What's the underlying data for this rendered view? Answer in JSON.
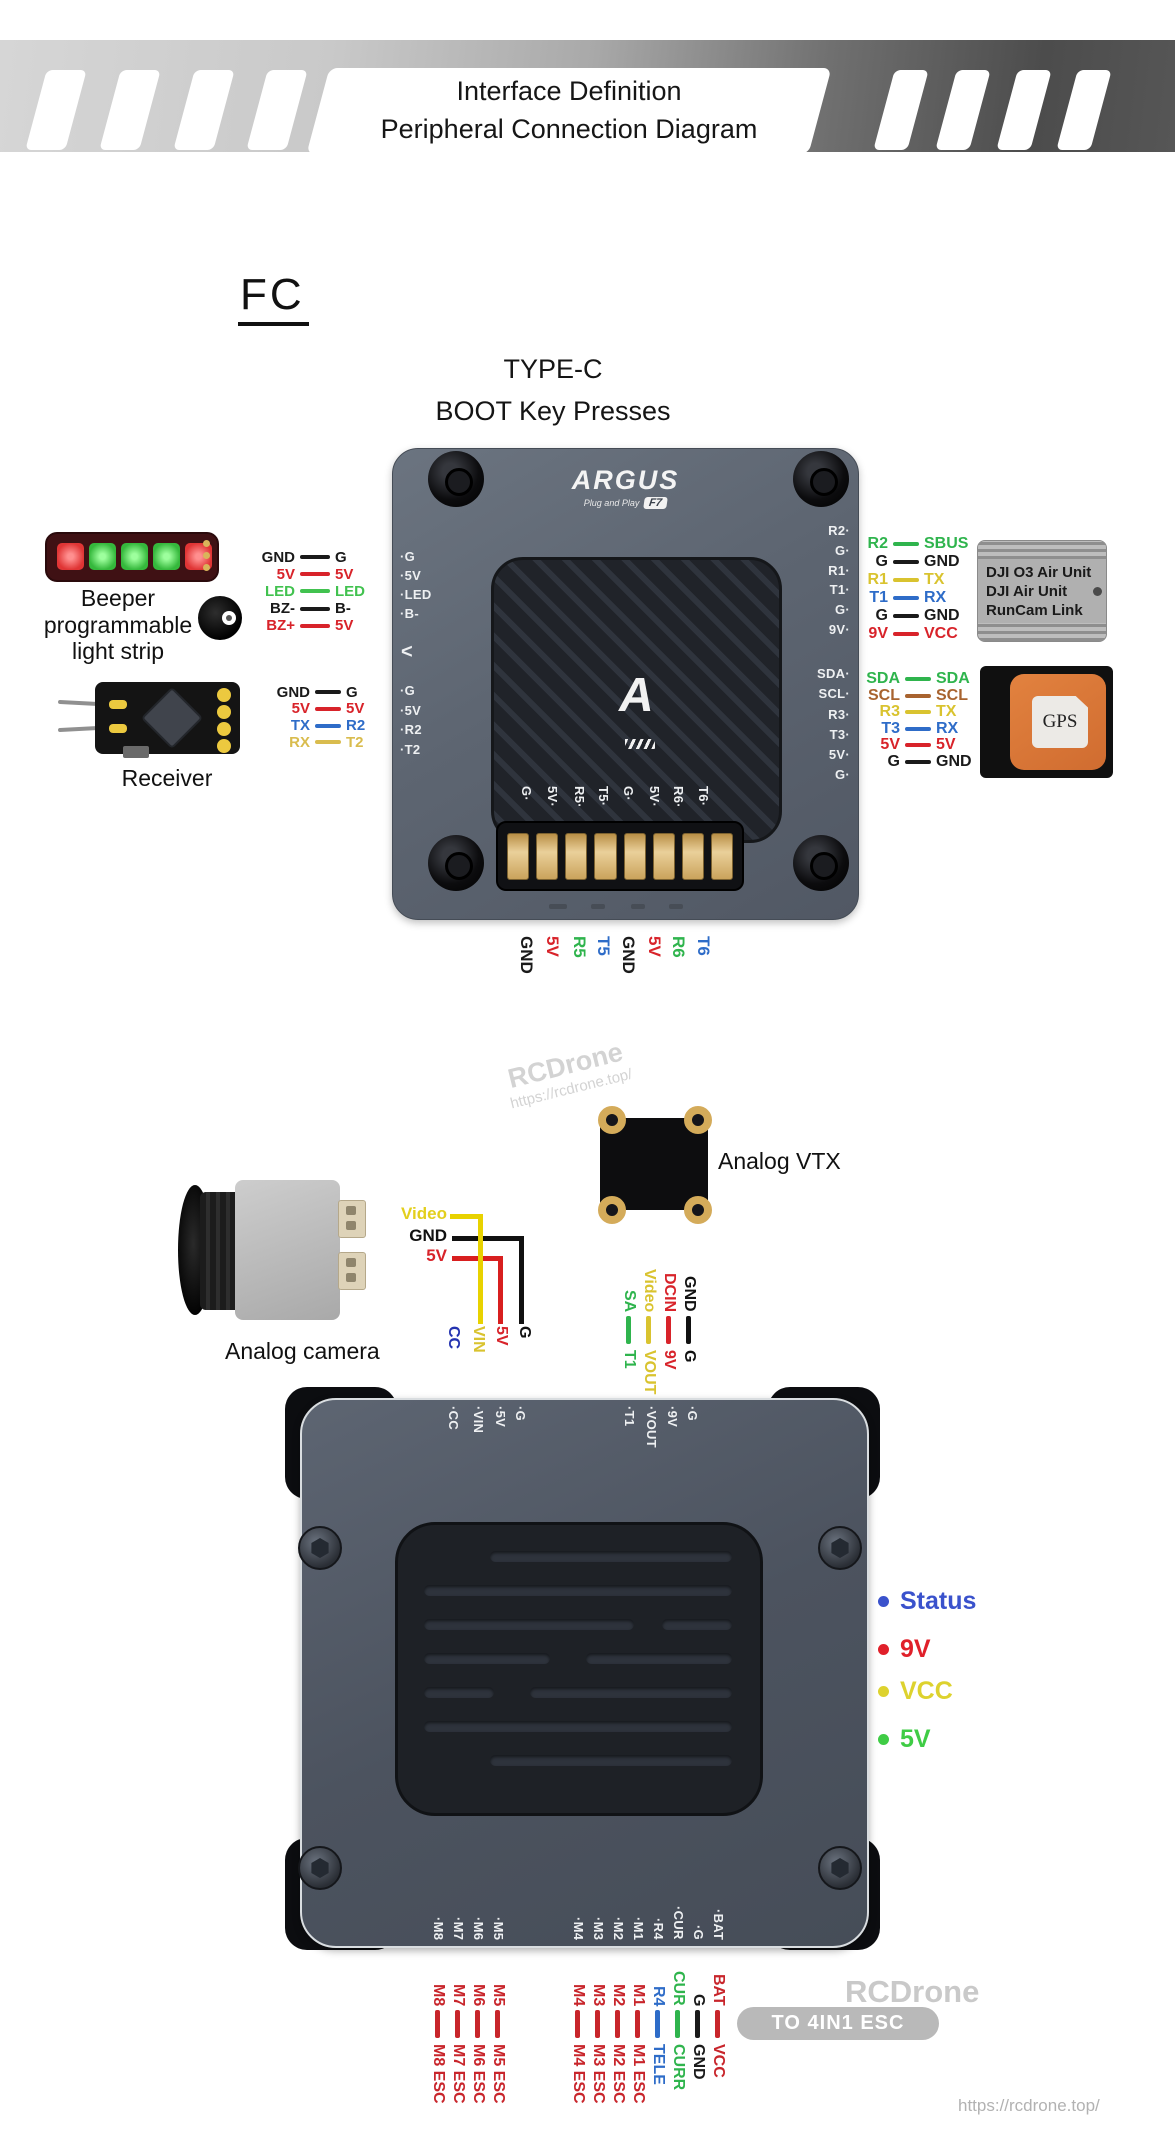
{
  "banner": {
    "title_line1": "Interface Definition",
    "title_line2": "Peripheral Connection Diagram"
  },
  "section": {
    "fc_title": "FC",
    "typec": "TYPE-C",
    "boot": "BOOT Key Presses"
  },
  "watermark": {
    "brand": "RCDrone",
    "url": "https://rcdrone.top/"
  },
  "fc_board": {
    "brand": "ARGUS",
    "tagline": "Plug and Play",
    "chip_badge": "F7",
    "logo_letter": "A",
    "left_arrow": "<",
    "left_top": [
      "·G",
      "·5V",
      "·LED",
      "·B-"
    ],
    "left_bottom": [
      "·G",
      "·5V",
      "·R2",
      "·T2"
    ],
    "right_top": [
      "R2·",
      "G·",
      "R1·",
      "T1·",
      "G·",
      "9V·"
    ],
    "right_bottom": [
      "SDA·",
      "SCL·",
      "R3·",
      "T3·",
      "5V·",
      "G·"
    ],
    "bottom_edge": [
      "G·",
      "5V·",
      "R5·",
      "T5·",
      "G·",
      "5V·",
      "R6·",
      "T6·"
    ]
  },
  "beeper": {
    "caption_lines": [
      "Beeper",
      "programmable",
      "light strip"
    ],
    "pairs": [
      {
        "a": "GND",
        "b": "G",
        "c": "#1a1a1a"
      },
      {
        "a": "5V",
        "b": "5V",
        "c": "#d8232a"
      },
      {
        "a": "LED",
        "b": "LED",
        "c": "#41c24f"
      },
      {
        "a": "BZ-",
        "b": "B-",
        "c": "#1a1a1a"
      },
      {
        "a": "BZ+",
        "b": "5V",
        "c": "#d8232a"
      }
    ]
  },
  "receiver": {
    "caption": "Receiver",
    "pairs": [
      {
        "a": "GND",
        "b": "G",
        "c": "#1a1a1a"
      },
      {
        "a": "5V",
        "b": "5V",
        "c": "#d8232a"
      },
      {
        "a": "TX",
        "b": "R2",
        "c": "#2e6cc8"
      },
      {
        "a": "RX",
        "b": "T2",
        "c": "#d9bc4e"
      }
    ]
  },
  "dji": {
    "pairs": [
      {
        "a": "R2",
        "b": "SBUS",
        "c": "#2fb44d"
      },
      {
        "a": "G",
        "b": "GND",
        "c": "#1a1a1a"
      },
      {
        "a": "R1",
        "b": "TX",
        "c": "#d9c32f"
      },
      {
        "a": "T1",
        "b": "RX",
        "c": "#2e6cc8"
      },
      {
        "a": "G",
        "b": "GND",
        "c": "#1a1a1a"
      },
      {
        "a": "9V",
        "b": "VCC",
        "c": "#d8232a"
      }
    ],
    "box_lines": [
      "DJI O3 Air Unit",
      "DJI Air Unit",
      "RunCam Link"
    ]
  },
  "gps": {
    "label": "GPS",
    "pairs": [
      {
        "a": "SDA",
        "b": "SDA",
        "c": "#2fb44d"
      },
      {
        "a": "SCL",
        "b": "SCL",
        "c": "#a8632f"
      },
      {
        "a": "R3",
        "b": "TX",
        "c": "#d9c32f"
      },
      {
        "a": "T3",
        "b": "RX",
        "c": "#2e6cc8"
      },
      {
        "a": "5V",
        "b": "5V",
        "c": "#d8232a"
      },
      {
        "a": "G",
        "b": "GND",
        "c": "#1a1a1a"
      }
    ]
  },
  "fc_bottom_pins": [
    {
      "t": "GND",
      "c": "#1a1a1a"
    },
    {
      "t": "5V",
      "c": "#d8232a"
    },
    {
      "t": "R5",
      "c": "#2fb44d"
    },
    {
      "t": "T5",
      "c": "#2e6cc8"
    },
    {
      "t": "GND",
      "c": "#1a1a1a"
    },
    {
      "t": "5V",
      "c": "#d8232a"
    },
    {
      "t": "R6",
      "c": "#2fb44d"
    },
    {
      "t": "T6",
      "c": "#2e6cc8"
    }
  ],
  "camera": {
    "caption": "Analog camera",
    "wire_labels": [
      {
        "t": "Video",
        "c": "#e3cf1d"
      },
      {
        "t": "GND",
        "c": "#111111"
      },
      {
        "t": "5V",
        "c": "#d8232a"
      }
    ],
    "pins": [
      {
        "t": "CC",
        "c": "#2433b0"
      },
      {
        "t": "VIN",
        "c": "#d9c32f"
      },
      {
        "t": "5V",
        "c": "#d8232a"
      },
      {
        "t": "G",
        "c": "#111111"
      }
    ]
  },
  "vtx": {
    "caption": "Analog VTX",
    "pins": [
      {
        "top": "SA",
        "bottom": "T1",
        "c": "#2fb44d"
      },
      {
        "top": "Video",
        "bottom": "VOUT",
        "c": "#d9c32f"
      },
      {
        "top": "DCIN",
        "bottom": "9V",
        "c": "#d8232a"
      },
      {
        "top": "GND",
        "bottom": "G",
        "c": "#111111"
      }
    ]
  },
  "bottom_board": {
    "top_left": [
      "·CC",
      "·VIN",
      "·5V",
      "·G"
    ],
    "top_right": [
      "·T1",
      "·VOUT",
      "·9V",
      "·G"
    ],
    "bottom_left": [
      "·M8",
      "·M7",
      "·M6",
      "·M5"
    ],
    "bottom_right": [
      "·M4",
      "·M3",
      "·M2",
      "·M1",
      "·R4",
      "·CUR",
      "·G",
      "·BAT"
    ]
  },
  "legend": [
    {
      "label": "Status",
      "c": "#3a52cc"
    },
    {
      "label": "9V",
      "c": "#e0202a"
    },
    {
      "label": "VCC",
      "c": "#ddd22e"
    },
    {
      "label": "5V",
      "c": "#3fcc45"
    }
  ],
  "esc_left": [
    {
      "a": "M8",
      "b": "M8 ESC",
      "c": "#c8252b"
    },
    {
      "a": "M7",
      "b": "M7 ESC",
      "c": "#c8252b"
    },
    {
      "a": "M6",
      "b": "M6 ESC",
      "c": "#c8252b"
    },
    {
      "a": "M5",
      "b": "M5 ESC",
      "c": "#c8252b"
    }
  ],
  "esc_right": [
    {
      "a": "M4",
      "b": "M4 ESC",
      "c": "#c8252b"
    },
    {
      "a": "M3",
      "b": "M3 ESC",
      "c": "#c8252b"
    },
    {
      "a": "M2",
      "b": "M2 ESC",
      "c": "#c8252b"
    },
    {
      "a": "M1",
      "b": "M1 ESC",
      "c": "#c8252b"
    },
    {
      "a": "R4",
      "b": "TELE",
      "c": "#2e6cc8"
    },
    {
      "a": "CUR",
      "b": "CURR",
      "c": "#2fb44d"
    },
    {
      "a": "G",
      "b": "GND",
      "c": "#1a1a1a"
    },
    {
      "a": "BAT",
      "b": "VCC",
      "c": "#c8252b"
    }
  ],
  "esc_badge": "TO 4IN1 ESC"
}
